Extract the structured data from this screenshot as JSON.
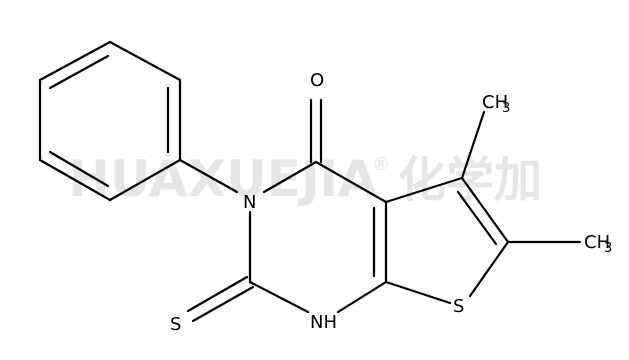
{
  "watermark": {
    "latin": "HUAXUEJIA",
    "registered": "®",
    "chinese": "化学加"
  },
  "atoms": {
    "oxygen": "O",
    "nitrogen_3": "N",
    "sulfur_thione": "S",
    "nitrogen_h": "NH",
    "sulfur_ring": "S",
    "methyl_top": {
      "base": "CH",
      "sub": "3"
    },
    "methyl_right": {
      "base": "CH",
      "sub": "3"
    }
  }
}
